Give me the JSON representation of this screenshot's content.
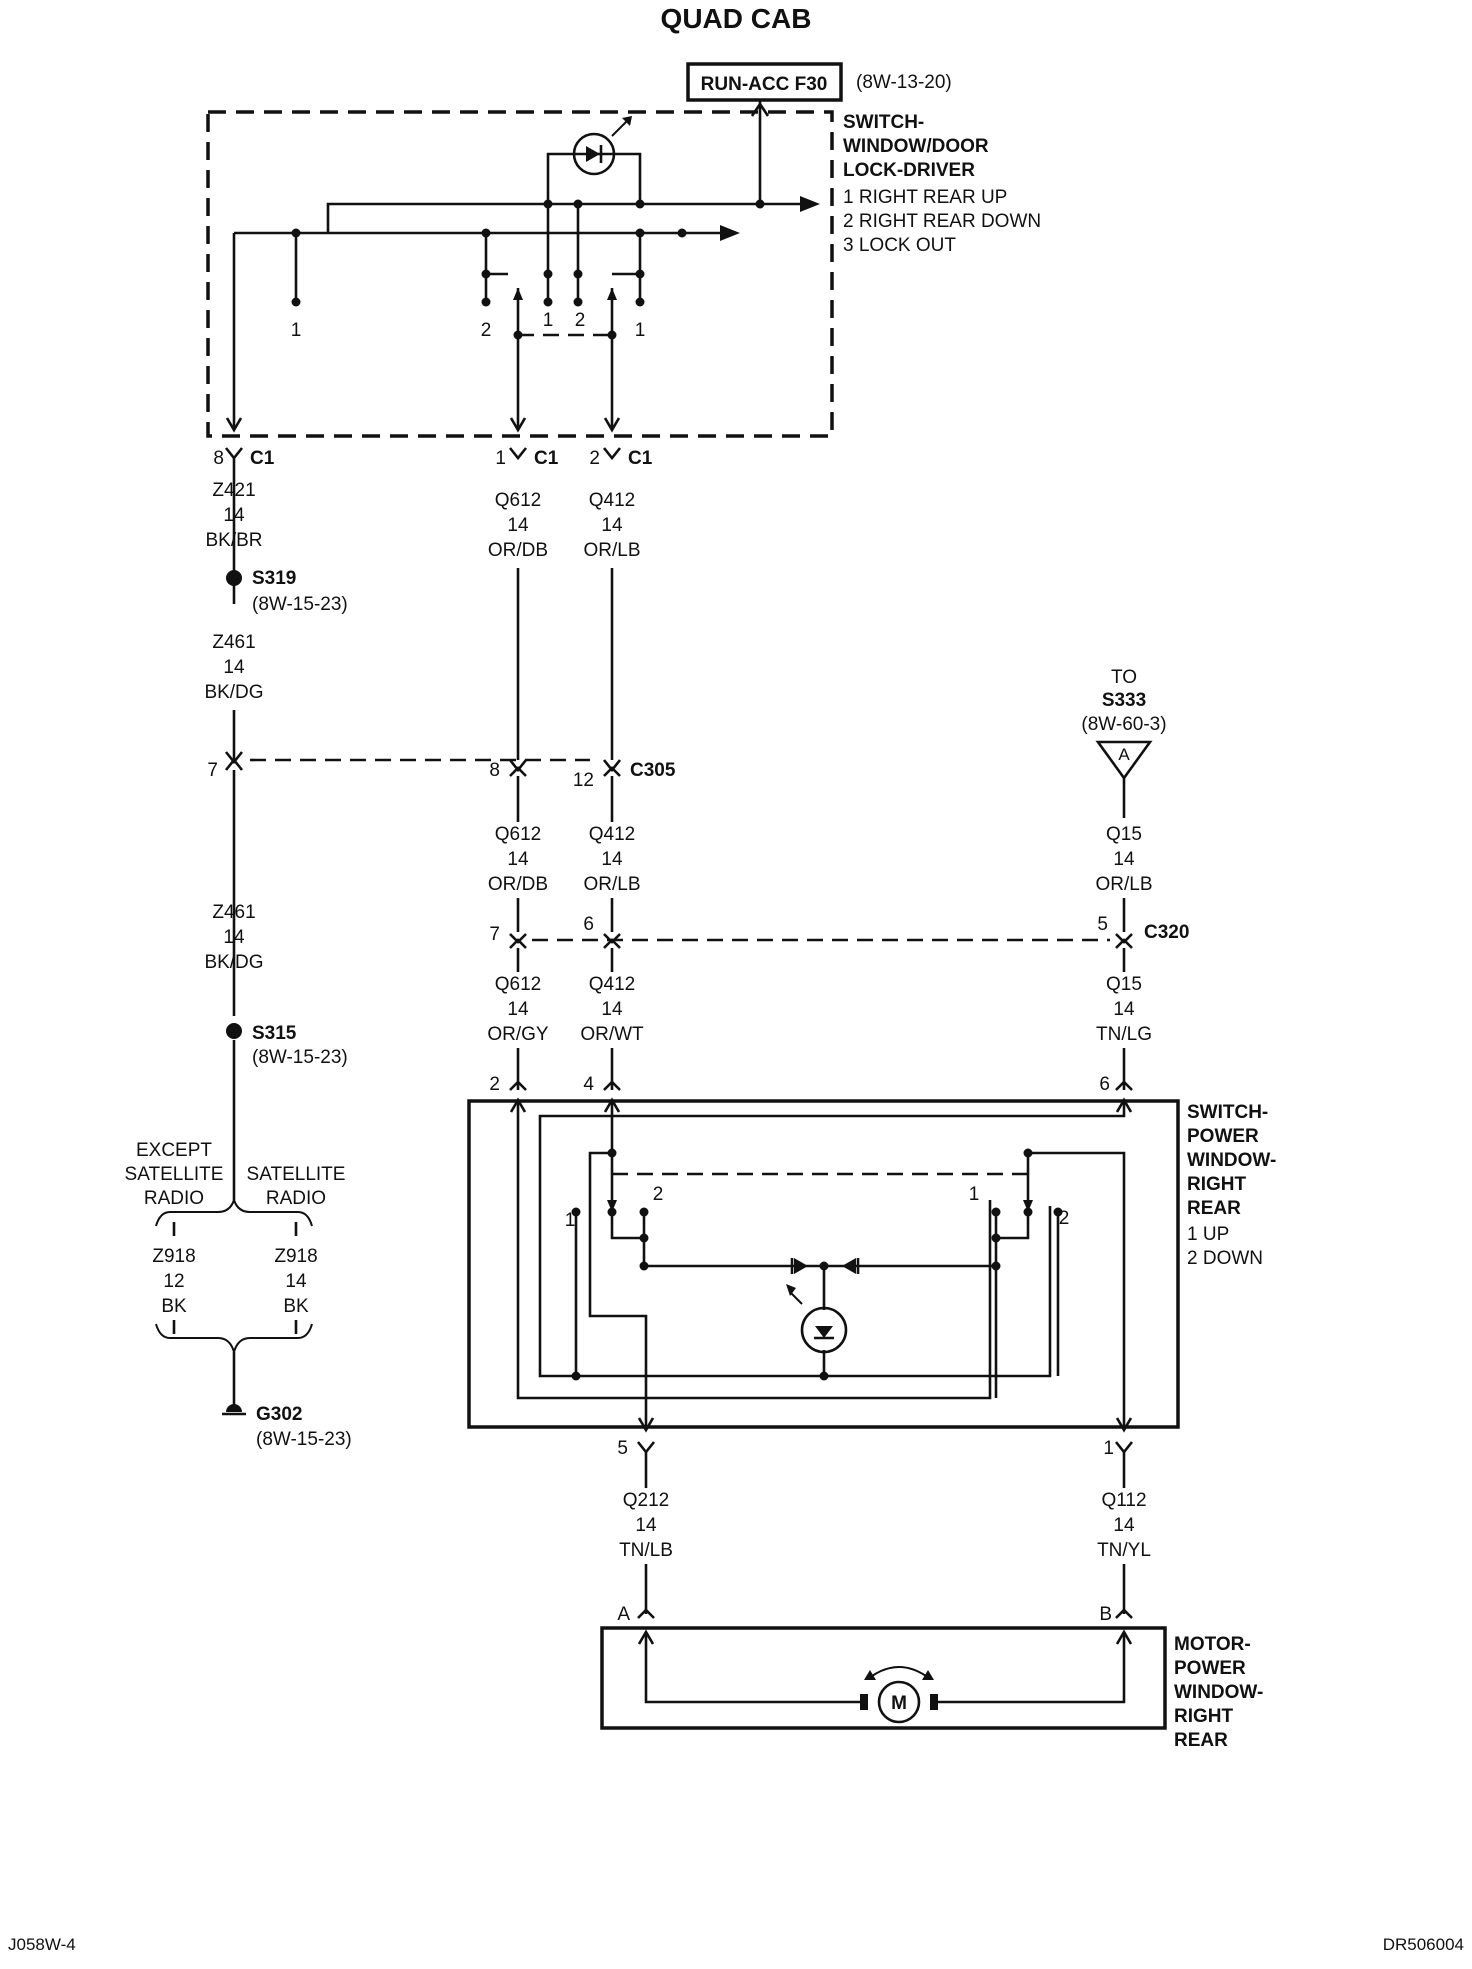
{
  "title": "QUAD CAB",
  "fuse": {
    "label": "RUN-ACC F30",
    "ref": "(8W-13-20)"
  },
  "driver_switch": {
    "name_lines": [
      "SWITCH-",
      "WINDOW/DOOR",
      "LOCK-DRIVER"
    ],
    "legend": [
      "1 RIGHT REAR UP",
      "2 RIGHT REAR DOWN",
      "3 LOCK OUT"
    ],
    "contact_labels": [
      "1",
      "2",
      "1",
      "2",
      "1"
    ]
  },
  "c1_pins": [
    {
      "pin": "8",
      "connector": "C1"
    },
    {
      "pin": "1",
      "connector": "C1"
    },
    {
      "pin": "2",
      "connector": "C1"
    }
  ],
  "wires_c1": [
    [
      "Z421",
      "14",
      "BK/BR"
    ],
    [
      "Q612",
      "14",
      "OR/DB"
    ],
    [
      "Q412",
      "14",
      "OR/LB"
    ]
  ],
  "splice_s319": {
    "name": "S319",
    "ref": "(8W-15-23)"
  },
  "wire_z461_upper": [
    "Z461",
    "14",
    "BK/DG"
  ],
  "s333": {
    "to": "TO",
    "name": "S333",
    "ref": "(8W-60-3)",
    "letter": "A"
  },
  "c305": {
    "name": "C305",
    "pins": [
      "7",
      "8",
      "12"
    ]
  },
  "wires_c305": [
    [
      "Q612",
      "14",
      "OR/DB"
    ],
    [
      "Q412",
      "14",
      "OR/LB"
    ],
    [
      "Q15",
      "14",
      "OR/LB"
    ]
  ],
  "wire_z461_lower": [
    "Z461",
    "14",
    "BK/DG"
  ],
  "c320": {
    "name": "C320",
    "pins": [
      "7",
      "6",
      "5"
    ]
  },
  "wires_c320": [
    [
      "Q612",
      "14",
      "OR/GY"
    ],
    [
      "Q412",
      "14",
      "OR/WT"
    ],
    [
      "Q15",
      "14",
      "TN/LG"
    ]
  ],
  "splice_s315": {
    "name": "S315",
    "ref": "(8W-15-23)"
  },
  "options": {
    "left": [
      "EXCEPT",
      "SATELLITE",
      "RADIO"
    ],
    "right": [
      "SATELLITE",
      "RADIO"
    ]
  },
  "wires_z918": [
    [
      "Z918",
      "12",
      "BK"
    ],
    [
      "Z918",
      "14",
      "BK"
    ]
  ],
  "ground": {
    "name": "G302",
    "ref": "(8W-15-23)"
  },
  "rear_switch": {
    "name_lines": [
      "SWITCH-",
      "POWER",
      "WINDOW-",
      "RIGHT",
      "REAR"
    ],
    "legend": [
      "1 UP",
      "2 DOWN"
    ],
    "input_pins": [
      "2",
      "4",
      "6"
    ],
    "output_pins": [
      "5",
      "1"
    ],
    "contact_labels": [
      "1",
      "2",
      "1",
      "2"
    ]
  },
  "wires_motor": [
    [
      "Q212",
      "14",
      "TN/LB"
    ],
    [
      "Q112",
      "14",
      "TN/YL"
    ]
  ],
  "motor": {
    "pins": [
      "A",
      "B"
    ],
    "symbol": "M",
    "name_lines": [
      "MOTOR-",
      "POWER",
      "WINDOW-",
      "RIGHT",
      "REAR"
    ]
  },
  "footer": {
    "left": "J058W-4",
    "right": "DR506004"
  }
}
